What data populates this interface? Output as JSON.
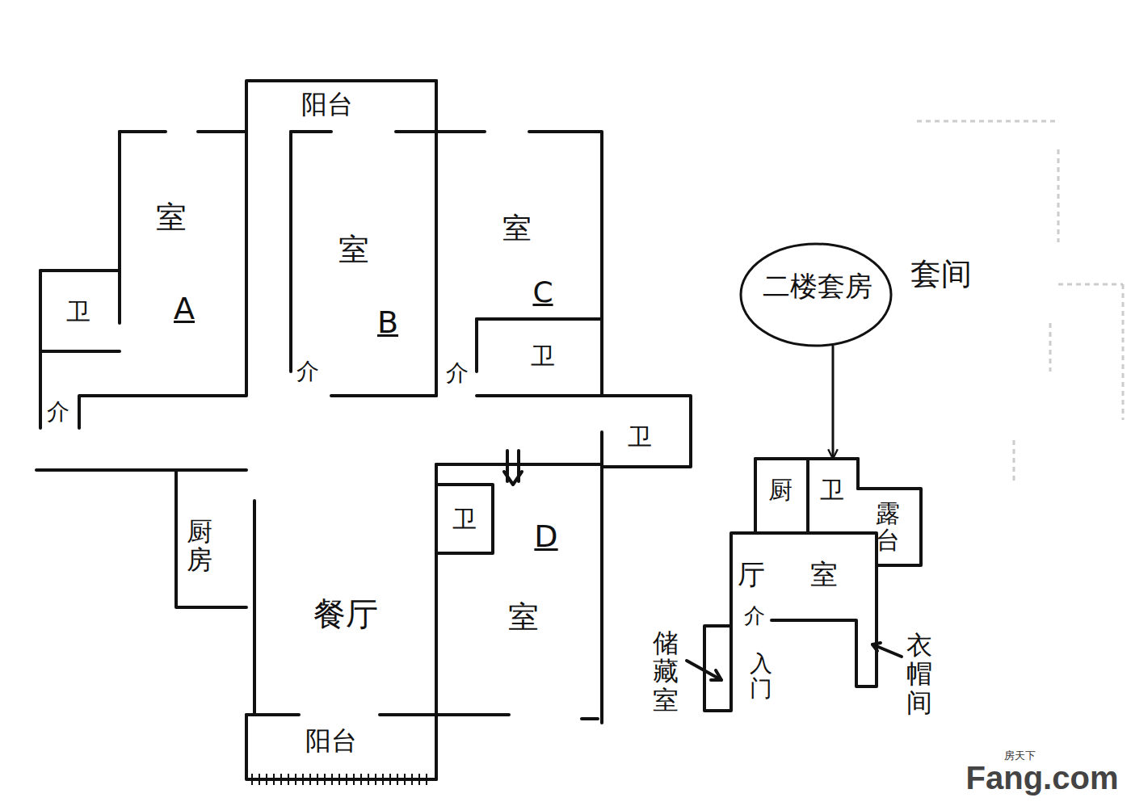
{
  "diagram": {
    "nodes": [
      {
        "text": [
          "阳台"
        ]
      },
      {
        "text": [
          "室",
          "A"
        ]
      },
      {
        "text": [
          "卫"
        ]
      },
      {
        "text": [
          "室",
          "B"
        ]
      },
      {
        "text": [
          "室",
          "C"
        ]
      },
      {
        "text": [
          "卫"
        ]
      },
      {
        "text": [
          "卫"
        ]
      },
      {
        "text": [
          "厨房"
        ]
      },
      {
        "text": [
          "餐厅"
        ]
      },
      {
        "text": [
          "卫"
        ]
      },
      {
        "text": [
          "D",
          "室"
        ]
      },
      {
        "text": [
          "阳台"
        ]
      },
      {
        "text": [
          "二楼套房"
        ]
      },
      {
        "text": [
          "厨"
        ]
      },
      {
        "text": [
          "卫"
        ]
      },
      {
        "text": [
          "露台"
        ]
      },
      {
        "text": [
          "厅",
          "室"
        ]
      }
    ],
    "edges": [
      {
        "from": 12,
        "to": 14,
        "arrow": "to"
      }
    ],
    "labels": [
      "套间",
      "介",
      "介",
      "介",
      "介",
      "入门",
      "储藏室",
      "衣帽间",
      "房天下",
      "Fang.com"
    ]
  }
}
